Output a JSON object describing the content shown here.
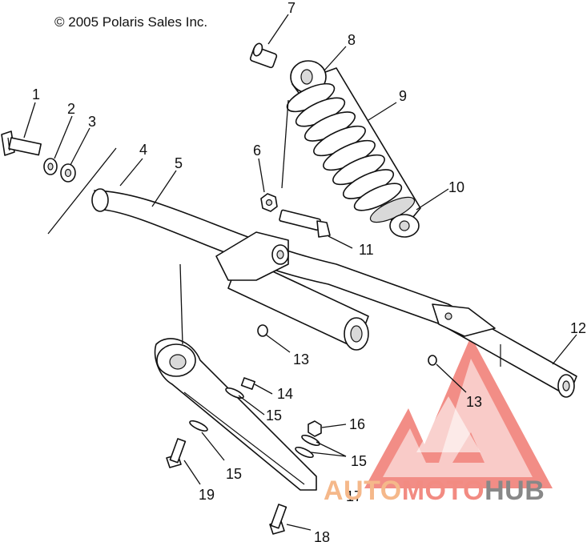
{
  "copyright": "© 2005 Polaris Sales Inc.",
  "callouts": [
    "1",
    "2",
    "3",
    "4",
    "5",
    "6",
    "7",
    "8",
    "9",
    "10",
    "11",
    "12",
    "13",
    "13",
    "14",
    "15",
    "15",
    "15",
    "16",
    "17",
    "18",
    "19"
  ],
  "watermark": {
    "brand": "AUTOMOTOHUB",
    "part_a": "AUTO",
    "part_b": "MOTO",
    "part_c": "HUB",
    "color_a": "#f5b88a",
    "color_b": "#f28b82",
    "color_c": "#888888",
    "logo_color": "#f07a72"
  },
  "icons": {
    "logo": "mountain-triangle-logo"
  }
}
